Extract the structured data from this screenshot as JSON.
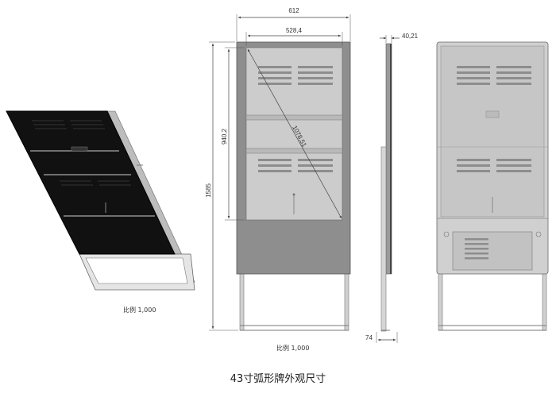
{
  "caption": "43寸弧形牌外观尺寸",
  "scale_label_left": "比例 1,000",
  "scale_label_front": "比例 1,000",
  "dimensions": {
    "overall_width": "612",
    "screen_width": "528,4",
    "overall_height": "1585",
    "screen_height": "940,2",
    "diagonal": "1078,51",
    "side_thickness": "40,21",
    "foot_depth": "74"
  },
  "colors": {
    "screen_black": "#111111",
    "panel_gray": "#8e8e8e",
    "screen_glass": "#c8c8c8",
    "back_gray": "#cfcfcf",
    "frame": "#b5b5b5",
    "line": "#444444"
  }
}
